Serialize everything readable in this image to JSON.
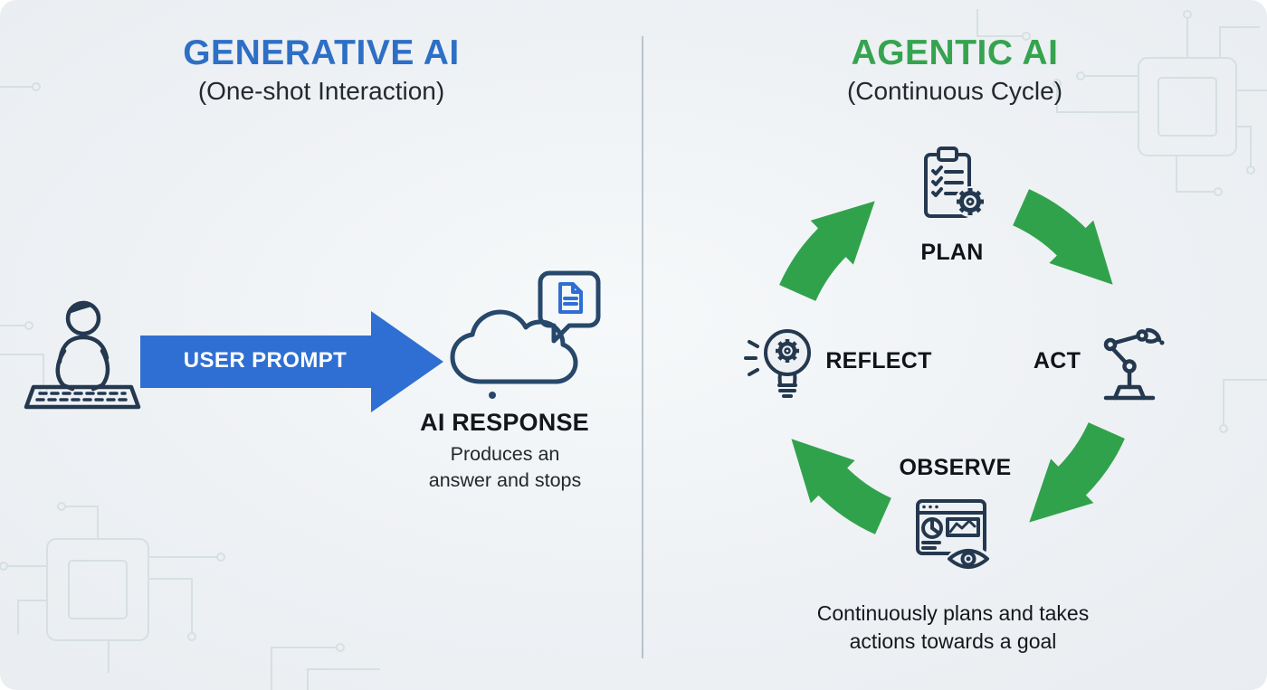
{
  "left_panel": {
    "title": "GENERATIVE AI",
    "subtitle": "(One-shot Interaction)",
    "accent_color": "#2e6fc6",
    "arrow_label": "USER PROMPT",
    "response_title": "AI RESPONSE",
    "response_desc": "Produces an\nanswer and stops",
    "icons": [
      "person-at-keyboard-icon",
      "cloud-icon",
      "speech-bubble-document-icon",
      "user-prompt-arrow"
    ]
  },
  "right_panel": {
    "title": "AGENTIC AI",
    "subtitle": "(Continuous Cycle)",
    "accent_color": "#31a24c",
    "cycle_nodes": [
      {
        "label": "PLAN",
        "icon": "clipboard-checklist-gear-icon",
        "position": "top"
      },
      {
        "label": "ACT",
        "icon": "robot-arm-icon",
        "position": "right"
      },
      {
        "label": "OBSERVE",
        "icon": "browser-chart-eye-icon",
        "position": "bottom"
      },
      {
        "label": "REFLECT",
        "icon": "lightbulb-gear-icon",
        "position": "left"
      }
    ],
    "cycle_direction": "clockwise",
    "caption": "Continuously plans and takes\nactions towards a goal"
  },
  "decorations": [
    "circuit-board-pattern"
  ]
}
